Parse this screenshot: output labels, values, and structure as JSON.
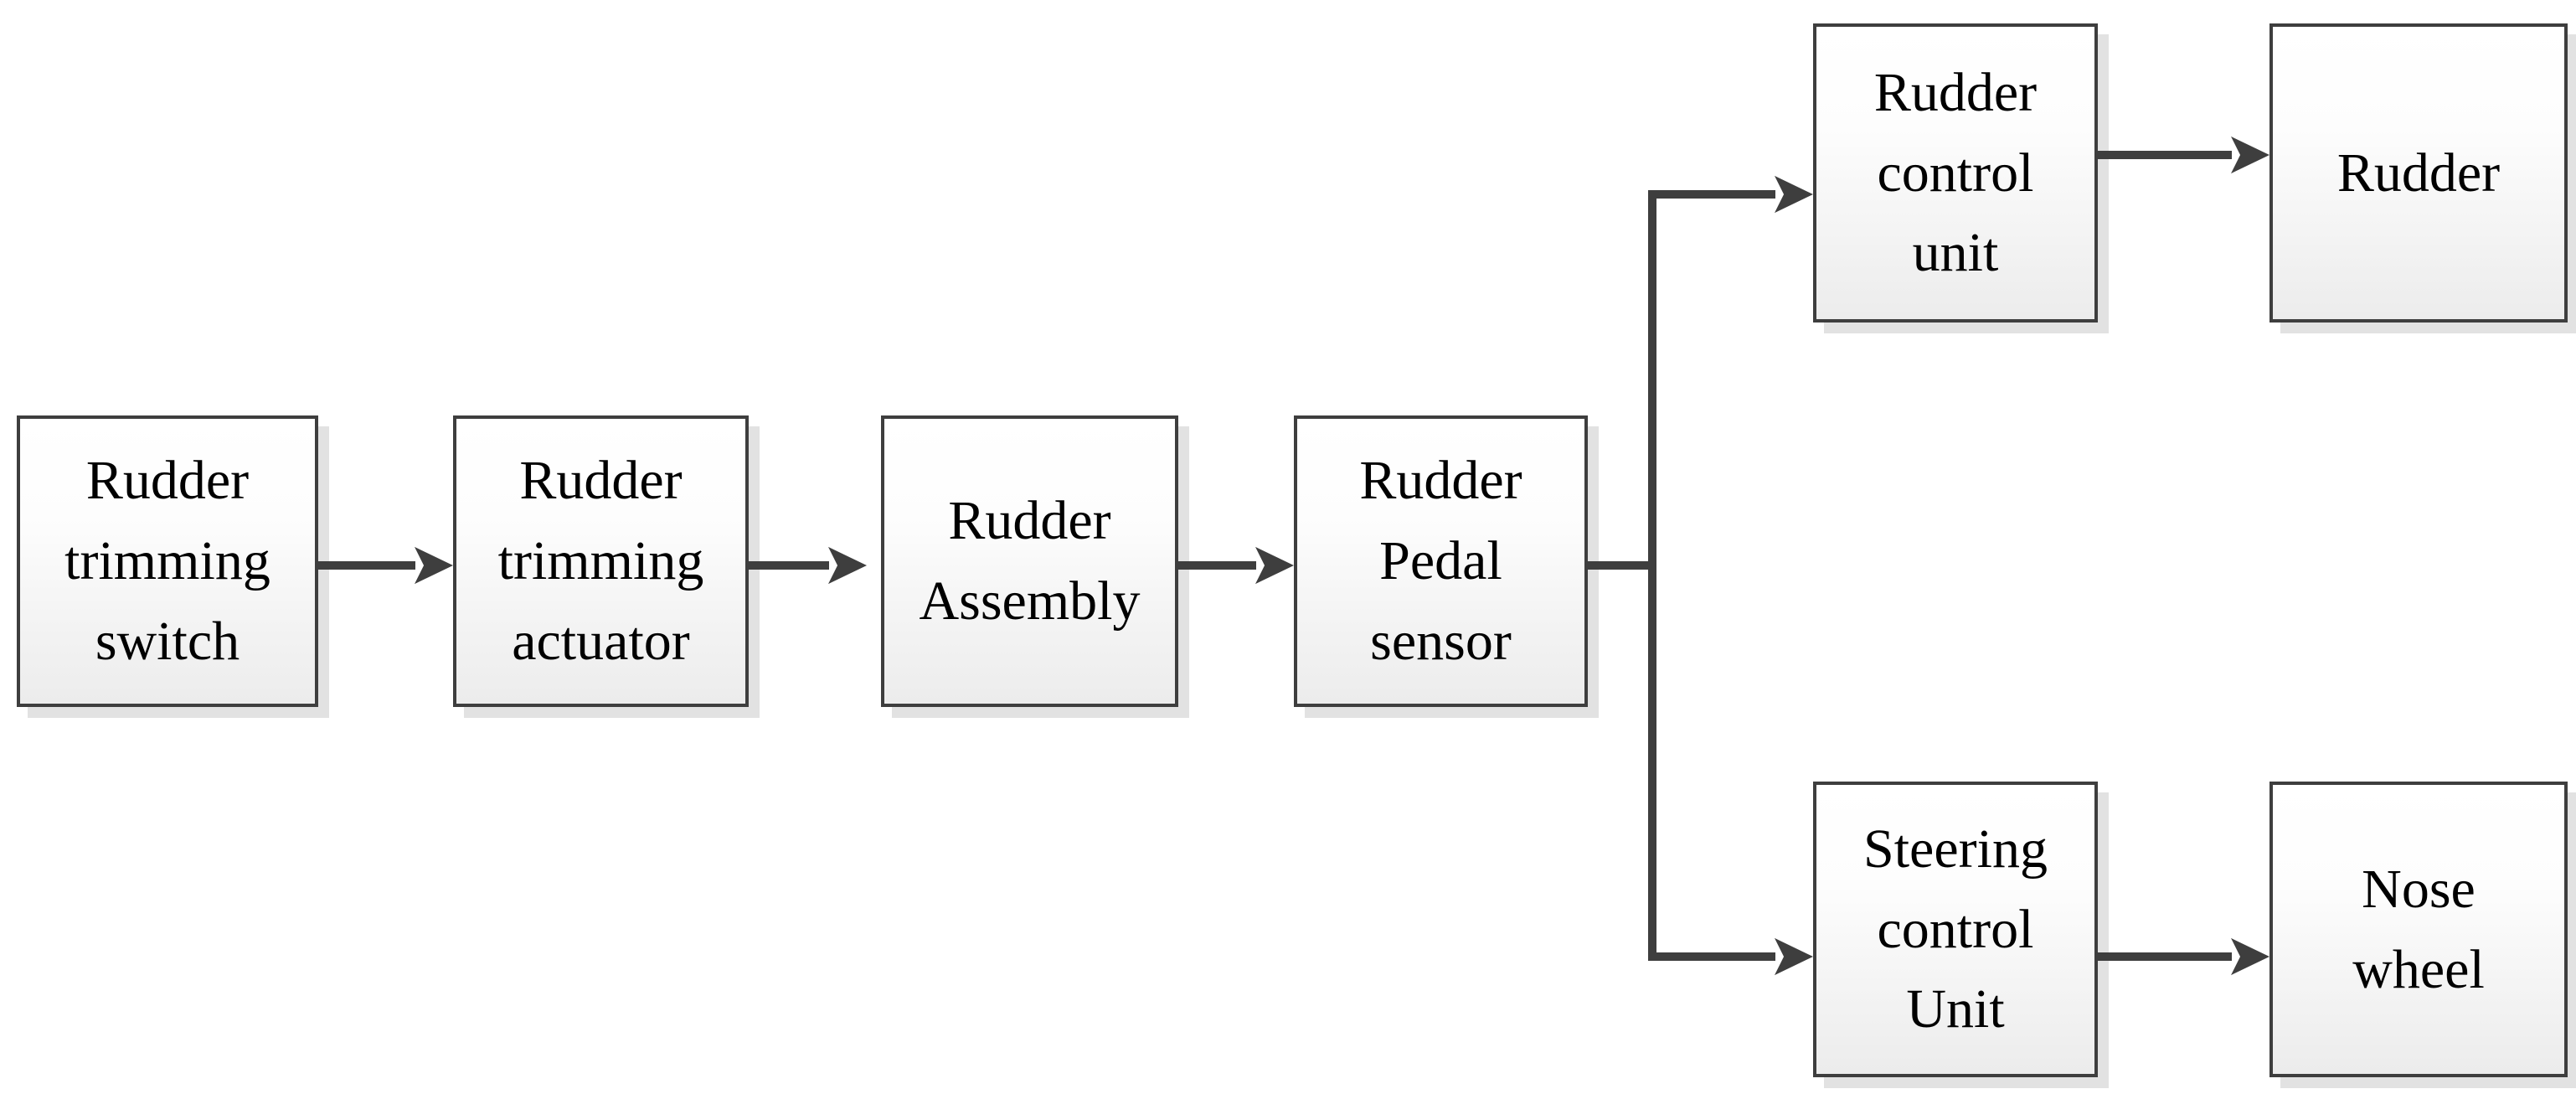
{
  "diagram": {
    "type": "flowchart",
    "nodes": [
      {
        "id": "rudder-trimming-switch",
        "label": "Rudder\ntrimming\nswitch"
      },
      {
        "id": "rudder-trimming-actuator",
        "label": "Rudder\ntrimming\nactuator"
      },
      {
        "id": "rudder-assembly",
        "label": "Rudder\nAssembly"
      },
      {
        "id": "rudder-pedal-sensor",
        "label": "Rudder\nPedal\nsensor"
      },
      {
        "id": "rudder-control-unit",
        "label": "Rudder\ncontrol\nunit"
      },
      {
        "id": "rudder",
        "label": "Rudder"
      },
      {
        "id": "steering-control-unit",
        "label": "Steering\ncontrol\nUnit"
      },
      {
        "id": "nose-wheel",
        "label": "Nose\nwheel"
      }
    ],
    "edges": [
      {
        "from": "rudder-trimming-switch",
        "to": "rudder-trimming-actuator"
      },
      {
        "from": "rudder-trimming-actuator",
        "to": "rudder-assembly"
      },
      {
        "from": "rudder-assembly",
        "to": "rudder-pedal-sensor"
      },
      {
        "from": "rudder-pedal-sensor",
        "to": "rudder-control-unit"
      },
      {
        "from": "rudder-pedal-sensor",
        "to": "steering-control-unit"
      },
      {
        "from": "rudder-control-unit",
        "to": "rudder"
      },
      {
        "from": "steering-control-unit",
        "to": "nose-wheel"
      }
    ],
    "colors": {
      "connector": "#3e3e3e",
      "node_border": "#3e3e3e",
      "node_fill_top": "#ffffff",
      "node_fill_bottom": "#ececec",
      "node_shadow": "#e2e2e2",
      "text": "#000000",
      "background": "#ffffff"
    }
  }
}
